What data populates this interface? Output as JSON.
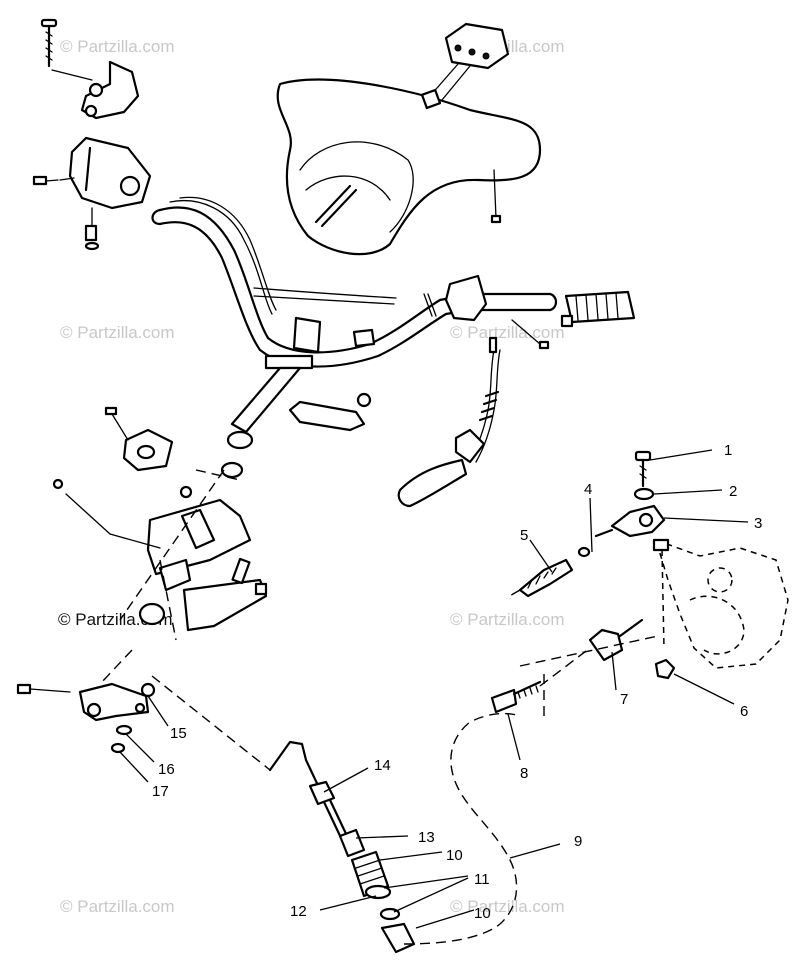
{
  "watermark": {
    "text": "© Partzilla.com",
    "emphasized_text": "© Partzilla.com"
  },
  "callouts": [
    {
      "id": "c1",
      "label": "1"
    },
    {
      "id": "c2",
      "label": "2"
    },
    {
      "id": "c3",
      "label": "3"
    },
    {
      "id": "c4",
      "label": "4"
    },
    {
      "id": "c5",
      "label": "5"
    },
    {
      "id": "c6",
      "label": "6"
    },
    {
      "id": "c7",
      "label": "7"
    },
    {
      "id": "c8",
      "label": "8"
    },
    {
      "id": "c9",
      "label": "9"
    },
    {
      "id": "c10a",
      "label": "10"
    },
    {
      "id": "c10b",
      "label": "10"
    },
    {
      "id": "c11",
      "label": "11"
    },
    {
      "id": "c12",
      "label": "12"
    },
    {
      "id": "c13",
      "label": "13"
    },
    {
      "id": "c14",
      "label": "14"
    },
    {
      "id": "c15",
      "label": "15"
    },
    {
      "id": "c16",
      "label": "16"
    },
    {
      "id": "c17",
      "label": "17"
    }
  ],
  "colors": {
    "line": "#000000",
    "background": "#ffffff",
    "watermark": "#c8c8c8"
  }
}
